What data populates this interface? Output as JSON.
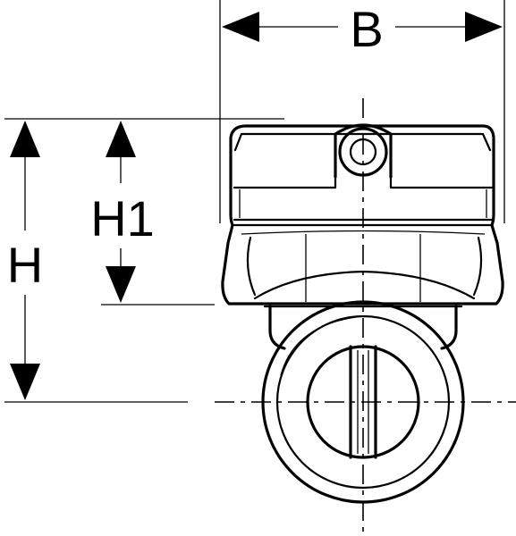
{
  "dimensions": {
    "width_label": "B",
    "height_label": "H",
    "inner_height_label": "H1"
  }
}
